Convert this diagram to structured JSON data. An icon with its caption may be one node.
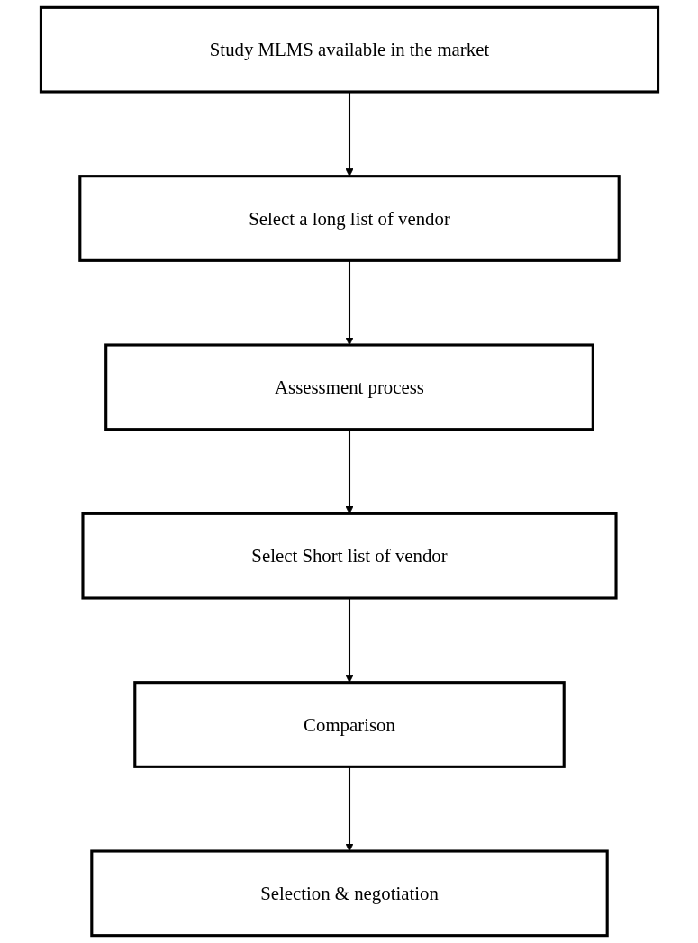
{
  "diagram": {
    "nodes": [
      {
        "text": [
          "Study MLMS available in the market"
        ]
      },
      {
        "text": [
          "Select a long list of vendor"
        ]
      },
      {
        "text": [
          "Assessment process"
        ]
      },
      {
        "text": [
          "Select Short list of vendor"
        ]
      },
      {
        "text": [
          "Comparison"
        ]
      },
      {
        "text": [
          "Selection & negotiation"
        ]
      }
    ],
    "edges": [
      {
        "from": 0,
        "to": 1,
        "arrow": "to"
      },
      {
        "from": 1,
        "to": 2,
        "arrow": "to"
      },
      {
        "from": 2,
        "to": 3,
        "arrow": "to"
      },
      {
        "from": 3,
        "to": 4,
        "arrow": "to"
      },
      {
        "from": 4,
        "to": 5,
        "arrow": "to"
      }
    ]
  }
}
